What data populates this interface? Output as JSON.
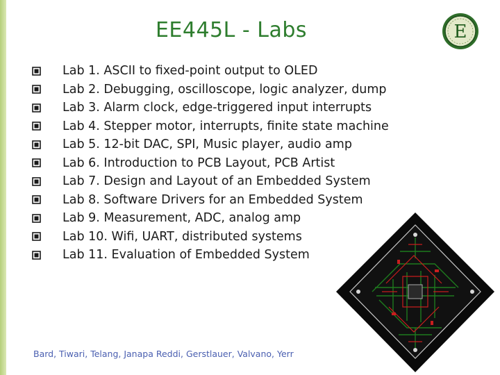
{
  "slide": {
    "title": "EE445L - Labs",
    "logo_letter": "E",
    "labs": [
      "Lab 1. ASCII to fixed-point output to OLED",
      "Lab 2. Debugging, oscilloscope, logic analyzer, dump",
      "Lab 3. Alarm clock, edge-triggered input interrupts",
      "Lab 4. Stepper motor, interrupts, finite state machine",
      "Lab 5. 12-bit DAC, SPI, Music player, audio amp",
      "Lab 6. Introduction to PCB Layout, PCB Artist",
      "Lab 7. Design and Layout of an Embedded System",
      "Lab 8. Software Drivers for an Embedded System",
      "Lab 9. Measurement, ADC, analog amp",
      "Lab 10. Wifi, UART, distributed systems",
      "Lab 11. Evaluation of Embedded System"
    ],
    "footer": "Bard, Tiwari, Telang, Janapa Reddi, Gerstlauer, Valvano, Yerr"
  },
  "icons": {
    "bullet": "hollow-square-bullet-icon",
    "logo": "e-medallion-logo-icon",
    "pcb": "pcb-board-image"
  },
  "colors": {
    "title": "#2e7d2e",
    "accent_bar": "#b5cf7a",
    "text": "#1a1a1a",
    "footer": "#4a5fb0",
    "pcb_green": "#1e7a1e",
    "pcb_red": "#c81e1e"
  }
}
